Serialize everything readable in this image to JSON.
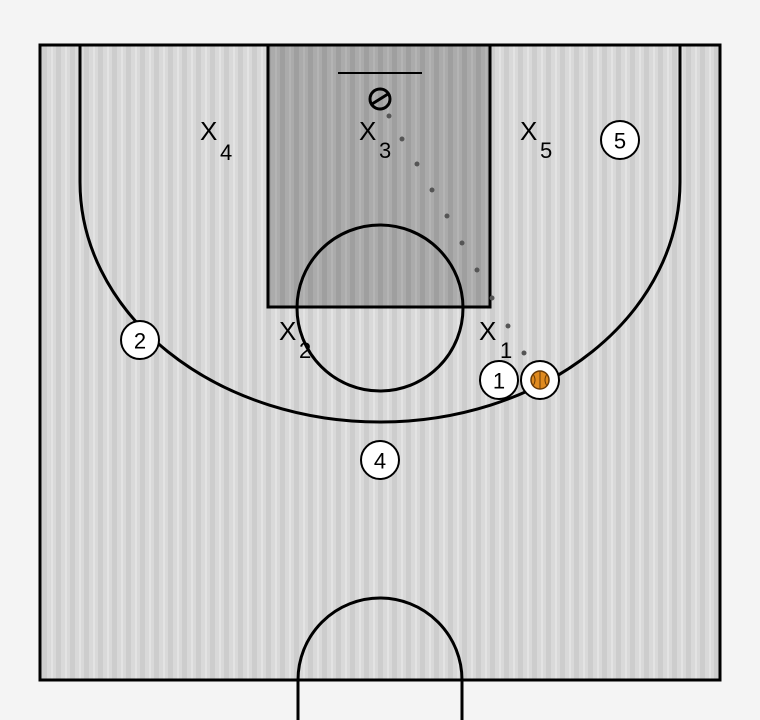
{
  "diagram": {
    "offense": [
      {
        "id": "p1",
        "label": "1"
      },
      {
        "id": "p2",
        "label": "2"
      },
      {
        "id": "p4",
        "label": "4"
      },
      {
        "id": "p5",
        "label": "5"
      }
    ],
    "defense": [
      {
        "id": "x1",
        "letter": "X",
        "sub": "1"
      },
      {
        "id": "x2",
        "letter": "X",
        "sub": "2"
      },
      {
        "id": "x3",
        "letter": "X",
        "sub": "3"
      },
      {
        "id": "x4",
        "letter": "X",
        "sub": "4"
      },
      {
        "id": "x5",
        "letter": "X",
        "sub": "5"
      }
    ],
    "colors": {
      "court": "#d6d6d6",
      "paint": "#a8a8a8",
      "lines": "#000000",
      "ball": "#e08a1e",
      "pass_dots": "#555555"
    },
    "icons": [
      "basketball-icon",
      "hoop-icon"
    ]
  }
}
